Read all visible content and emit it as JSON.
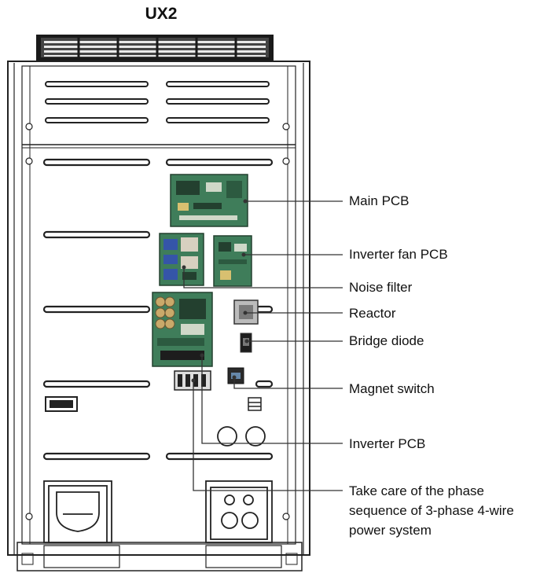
{
  "title": "UX2",
  "labels": {
    "main_pcb": "Main PCB",
    "inverter_fan_pcb": "Inverter  fan PCB",
    "noise_filter": "Noise filter",
    "reactor": "Reactor",
    "bridge_diode": "Bridge diode",
    "magnet_switch": "Magnet switch",
    "inverter_pcb": "Inverter PCB",
    "phase_note": [
      "Take care of the phase",
      "sequence of 3-phase 4-wire",
      "power system"
    ]
  },
  "colors": {
    "outline": "#222222",
    "pcb_green": "#3f7d5a",
    "pcb_dark": "#23402f",
    "leader_line": "#333333"
  }
}
